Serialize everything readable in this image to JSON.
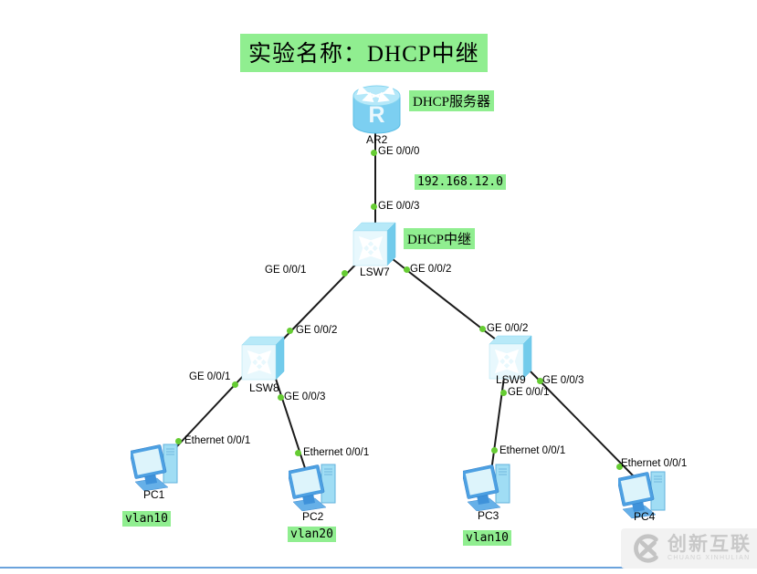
{
  "title": "实验名称：DHCP中继",
  "annotations": {
    "dhcp_server": "DHCP服务器",
    "dhcp_relay": "DHCP中继",
    "network_segment": "192.168.12.0",
    "pc1_vlan": "vlan10",
    "pc2_vlan": "vlan20",
    "pc3_vlan": "vlan10"
  },
  "devices": {
    "router": {
      "name": "AR2",
      "type": "router"
    },
    "relay_switch": {
      "name": "LSW7",
      "type": "switch"
    },
    "left_switch": {
      "name": "LSW8",
      "type": "switch"
    },
    "right_switch": {
      "name": "LSW9",
      "type": "switch"
    },
    "pc1": {
      "name": "PC1",
      "type": "pc"
    },
    "pc2": {
      "name": "PC2",
      "type": "pc"
    },
    "pc3": {
      "name": "PC3",
      "type": "pc"
    },
    "pc4": {
      "name": "PC4",
      "type": "pc"
    }
  },
  "ports": {
    "ar2_ge_0_0_0": "GE 0/0/0",
    "lsw7_ge_0_0_3": "GE 0/0/3",
    "lsw7_ge_0_0_1": "GE 0/0/1",
    "lsw7_ge_0_0_2": "GE 0/0/2",
    "lsw8_ge_0_0_2": "GE 0/0/2",
    "lsw8_ge_0_0_1": "GE 0/0/1",
    "lsw8_ge_0_0_3": "GE 0/0/3",
    "lsw9_ge_0_0_2": "GE 0/0/2",
    "lsw9_ge_0_0_1": "GE 0/0/1",
    "lsw9_ge_0_0_3": "GE 0/0/3",
    "pc1_eth_0_0_1": "Ethernet 0/0/1",
    "pc2_eth_0_0_1": "Ethernet 0/0/1",
    "pc3_eth_0_0_1": "Ethernet 0/0/1",
    "pc4_eth_0_0_1": "Ethernet 0/0/1"
  },
  "watermark": {
    "cn": "创新互联",
    "en": "CHUANG XINHULIAN"
  },
  "colors": {
    "highlight_green": "#90ee90",
    "port_dot_green": "#66cc33",
    "link_black": "#1b1b1b",
    "device_cyan": "#7fd2f0",
    "watermark_gray": "#c8c8c8"
  }
}
